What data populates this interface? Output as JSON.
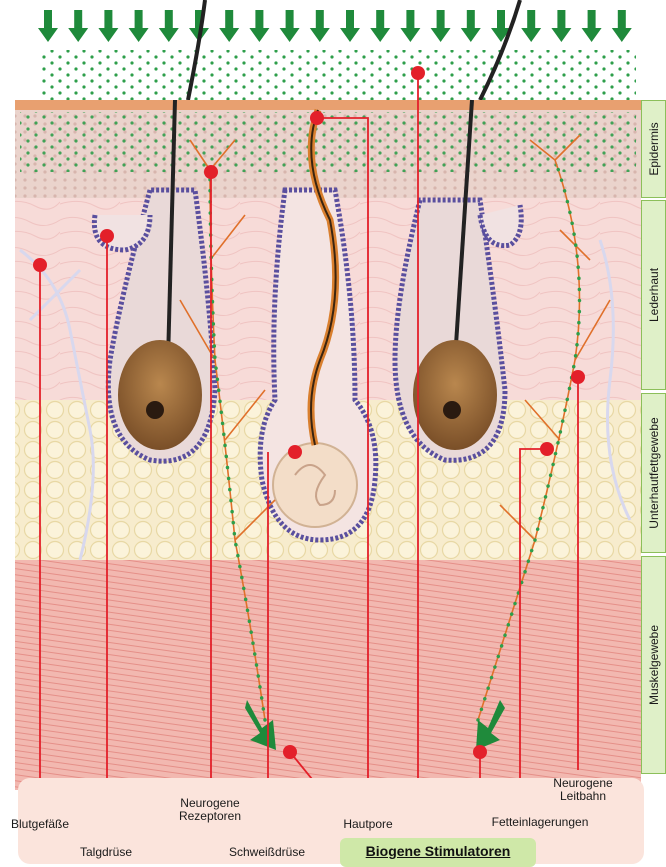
{
  "layers": [
    {
      "key": "epidermis",
      "label": "Epidermis"
    },
    {
      "key": "lederhaut",
      "label": "Lederhaut"
    },
    {
      "key": "unterhaut",
      "label": "Unterhautfettgewebe"
    },
    {
      "key": "muskel",
      "label": "Muskelgewebe"
    }
  ],
  "callouts": {
    "blutgefaesse": "Blutgefäße",
    "talgdruese": "Talgdrüse",
    "rezeptoren": "Neurogene\nRezeptoren",
    "schweissdruese": "Schweißdrüse",
    "hautpore": "Hautpore",
    "fetteinlagerungen": "Fetteinlagerungen",
    "leitbahn": "Neurogene\nLeitbahn",
    "stimulatoren": "Biogene Stimulatoren"
  },
  "colors": {
    "arrow_green": "#1f8a3b",
    "callout_red": "#e3202a",
    "dot_green": "#2e9e4a",
    "membrane": "#5a4f9e",
    "skin_top": "#e8a070",
    "nerve": "#e0702a"
  }
}
